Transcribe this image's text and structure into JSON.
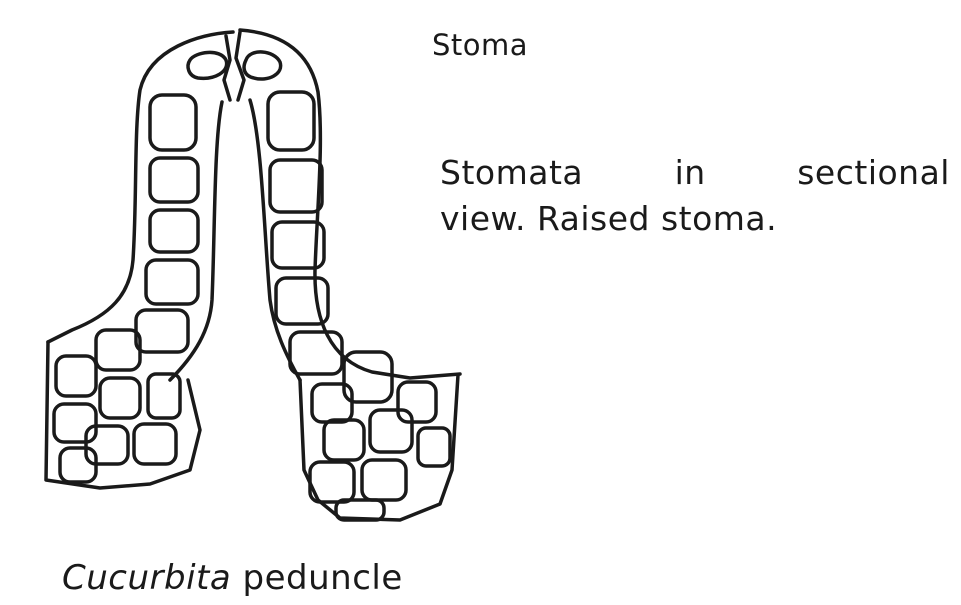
{
  "labels": {
    "stoma": "Stoma"
  },
  "caption": {
    "line1_words": [
      "Stomata",
      "in",
      "sectional"
    ],
    "line2": "view. Raised stoma."
  },
  "footer": {
    "genus": "Cucurbita",
    "organ": "peduncle"
  },
  "colors": {
    "ink": "#1a1a1a",
    "background": "#ffffff"
  }
}
